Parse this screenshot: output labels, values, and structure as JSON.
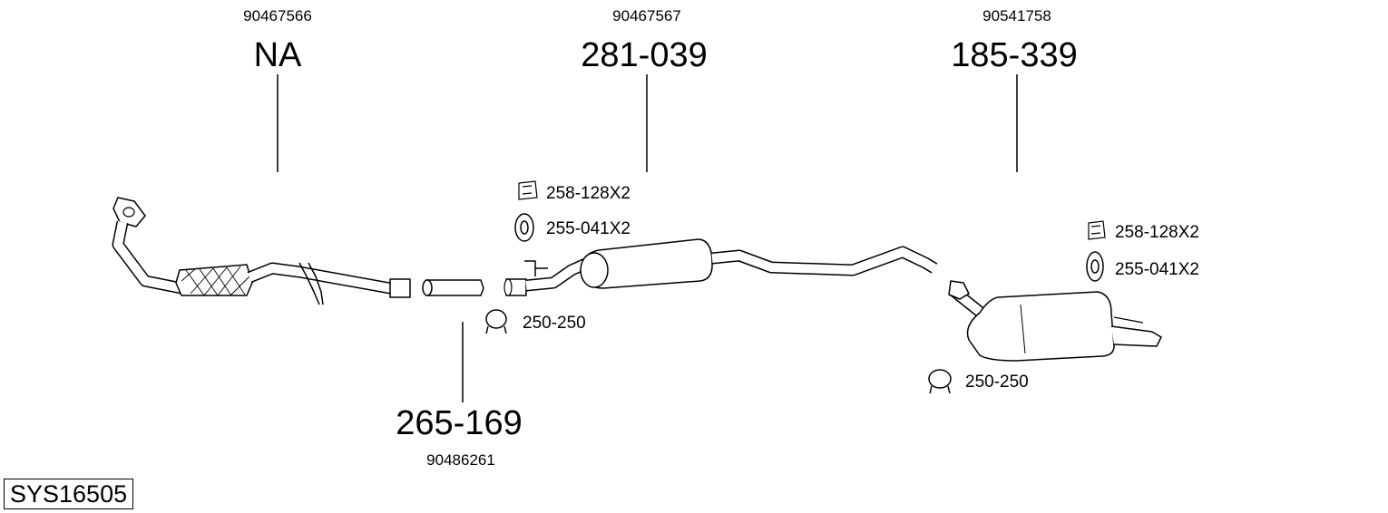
{
  "parts": {
    "downpipe": {
      "oe_number": "90467566",
      "part_code": "NA"
    },
    "connector": {
      "oe_number": "90486261",
      "part_code": "265-169"
    },
    "middle_silencer": {
      "oe_number": "90467567",
      "part_code": "281-039"
    },
    "rear_silencer": {
      "oe_number": "90541758",
      "part_code": "185-339"
    }
  },
  "accessories": {
    "middle_mount_rubber": "258-128X2",
    "middle_hanger_ring": "255-041X2",
    "middle_clamp": "250-250",
    "rear_mount_rubber": "258-128X2",
    "rear_hanger_ring": "255-041X2",
    "rear_clamp": "250-250"
  },
  "system_code": "SYS16505"
}
